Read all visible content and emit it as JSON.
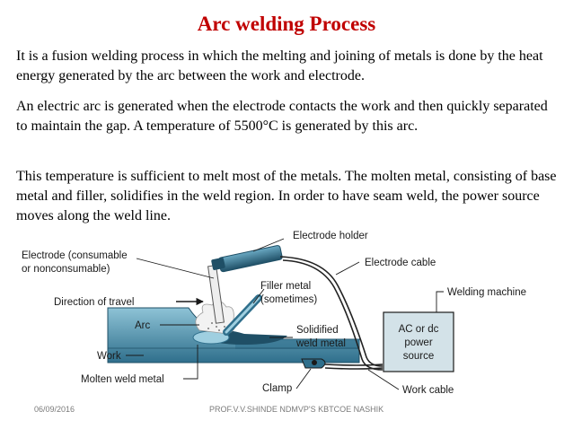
{
  "slide": {
    "title": "Arc welding Process",
    "paragraphs": [
      "It is a fusion welding process in which the melting and joining of metals is done by the heat energy generated by the arc between the work and electrode.",
      "An electric arc is generated when the electrode contacts the work and then quickly separated to maintain the gap. A temperature of 5500°C is generated by this arc.",
      "This temperature is sufficient to melt most of the metals. The molten metal, consisting of base metal and filler, solidifies in the weld region. In order to have seam weld, the power source moves along the weld line."
    ]
  },
  "diagram": {
    "labels": {
      "electrode_holder": "Electrode holder",
      "electrode_line1": "Electrode (consumable",
      "electrode_line2": "or nonconsumable)",
      "electrode_cable": "Electrode cable",
      "filler_line1": "Filler metal",
      "filler_line2": "(sometimes)",
      "welding_machine": "Welding machine",
      "direction_of_travel": "Direction of travel",
      "arc": "Arc",
      "solidified_line1": "Solidified",
      "solidified_line2": "weld metal",
      "work": "Work",
      "power_line1": "AC or dc",
      "power_line2": "power",
      "power_line3": "source",
      "molten_weld_metal": "Molten weld metal",
      "clamp": "Clamp",
      "work_cable": "Work cable"
    },
    "colors": {
      "metal": "#2f6f8c",
      "metal_light": "#8ec3d6",
      "machine": "#d3e2e8",
      "cable": "#222222"
    }
  },
  "footer": {
    "date": "06/09/2016",
    "credit": "PROF.V.V.SHINDE NDMVP'S KBTCOE NASHIK"
  }
}
